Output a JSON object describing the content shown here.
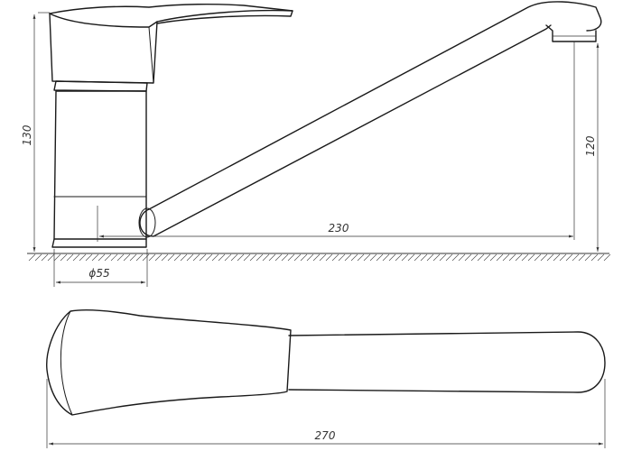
{
  "diagram": {
    "dimensions": {
      "total_height": "130",
      "spout_height": "120",
      "spout_reach": "230",
      "base_diameter": "ϕ55",
      "total_length": "270"
    },
    "colors": {
      "line": "#1a1a1a",
      "dimension_line": "#333333",
      "background": "#ffffff"
    }
  }
}
